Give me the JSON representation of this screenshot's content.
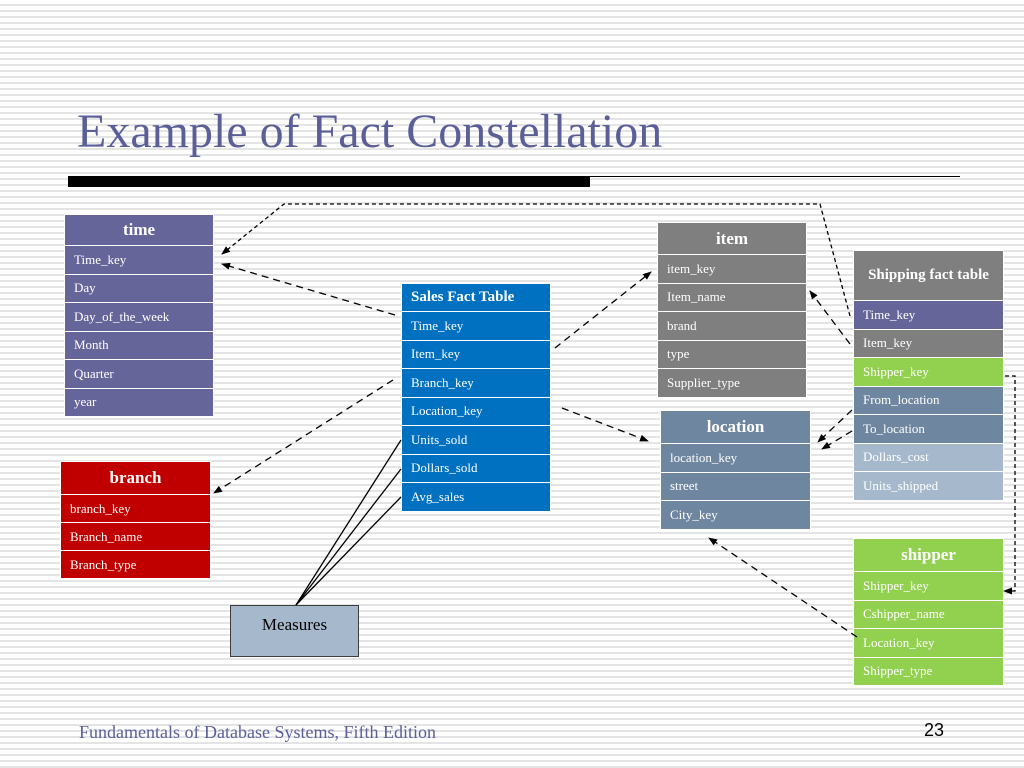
{
  "title": "Example of Fact Constellation",
  "tables": {
    "time": {
      "name": "time",
      "fields": [
        "Time_key",
        "Day",
        "Day_of_the_week",
        "Month",
        "Quarter",
        "year"
      ]
    },
    "branch": {
      "name": "branch",
      "fields": [
        "branch_key",
        "Branch_name",
        "Branch_type"
      ]
    },
    "sales": {
      "name": "Sales Fact Table",
      "fields": [
        "Time_key",
        "Item_key",
        "Branch_key",
        "Location_key",
        "Units_sold",
        "Dollars_sold",
        "Avg_sales"
      ]
    },
    "item": {
      "name": "item",
      "fields": [
        "item_key",
        "Item_name",
        "brand",
        "type",
        "Supplier_type"
      ]
    },
    "location": {
      "name": "location",
      "fields": [
        "location_key",
        "street",
        "City_key"
      ]
    },
    "shipping": {
      "name": "Shipping fact table",
      "fields": [
        "Time_key",
        "Item_key",
        "Shipper_key",
        "From_location",
        "To_location",
        "Dollars_cost",
        "Units_shipped"
      ],
      "field_colors": [
        "#66659a",
        "#7f7f7f",
        "#92d050",
        "#6f86a0",
        "#6f86a0",
        "#a6b9cc",
        "#a6b9cc"
      ]
    },
    "shipper": {
      "name": "shipper",
      "fields": [
        "Shipper_key",
        "Cshipper_name",
        "Location_key",
        "Shipper_type"
      ]
    }
  },
  "measures_label": "Measures",
  "footer": "Fundamentals of Database Systems, Fifth Edition",
  "page_number": "23",
  "colors": {
    "title": "#5b5f97",
    "time": "#66659a",
    "branch": "#c00000",
    "sales": "#0070c0",
    "item": "#7f7f7f",
    "location": "#6f86a0",
    "shipper": "#92d050"
  }
}
